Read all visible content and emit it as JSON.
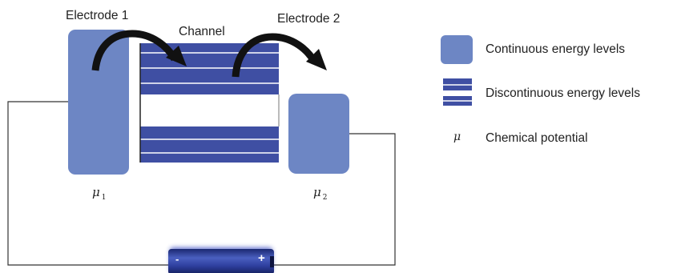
{
  "labels": {
    "electrode1": "Electrode 1",
    "electrode2": "Electrode 2",
    "channel": "Channel"
  },
  "mu_labels": {
    "symbol": "μ",
    "sub1": "1",
    "sub2": "2"
  },
  "battery": {
    "negative": "-",
    "positive": "+"
  },
  "legend": {
    "continuous": "Continuous energy levels",
    "discontinuous": "Discontinuous energy levels",
    "mu_symbol": "μ",
    "chemical": "Chemical potential"
  },
  "colors": {
    "electrode": "#6d86c4",
    "channel": "#3f4fa3",
    "battery": "#2c3c96",
    "wire": "#333333",
    "arrow": "#111111"
  }
}
